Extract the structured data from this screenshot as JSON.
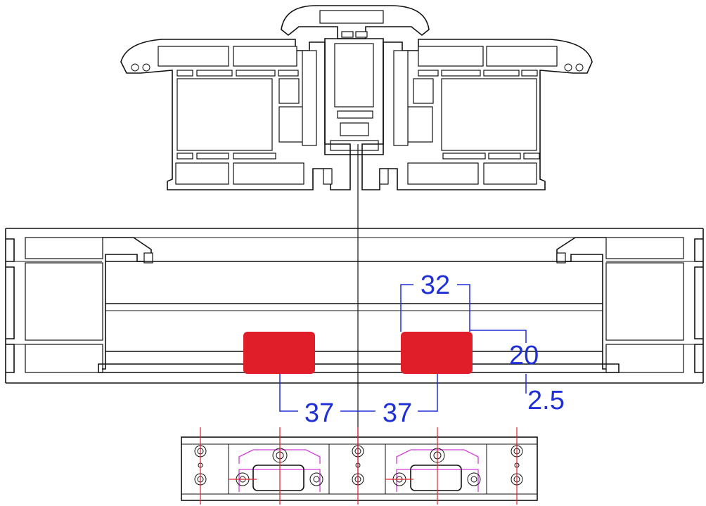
{
  "dimensions": {
    "top_width": "32",
    "height": "20",
    "gap": "2.5",
    "left_offset": "37",
    "right_offset": "37"
  },
  "colors": {
    "outline": "#111111",
    "dimension": "#1f2fd6",
    "marker_fill": "#e01e2a",
    "centerline": "#e0202a",
    "hardware_outline": "#d43bd9"
  }
}
